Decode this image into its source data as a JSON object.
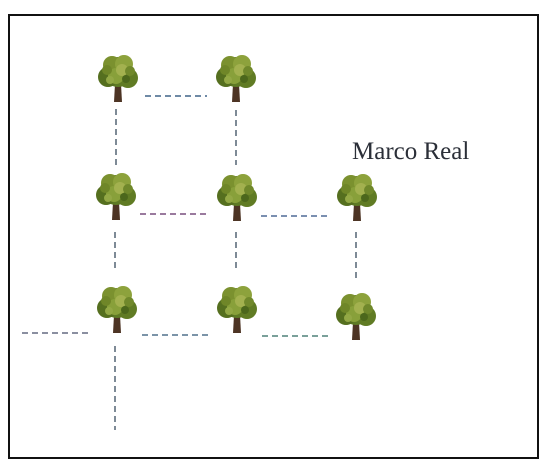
{
  "diagram": {
    "label": "Marco Real",
    "colors": {
      "frame": "#111111",
      "foliage_dark": "#4f6a1e",
      "foliage_mid": "#738a2d",
      "foliage_light": "#9bac48",
      "trunk": "#4d3424",
      "dash_grey": "#7f8a95",
      "dash_green": "#7fa08c",
      "dash_pink": "#b47f9a",
      "dash_blue": "#6a89b5"
    },
    "tree_icon": "tree-icon",
    "grid": {
      "rows": 3,
      "columns": 3,
      "missing": [
        "row1-col3"
      ]
    }
  }
}
